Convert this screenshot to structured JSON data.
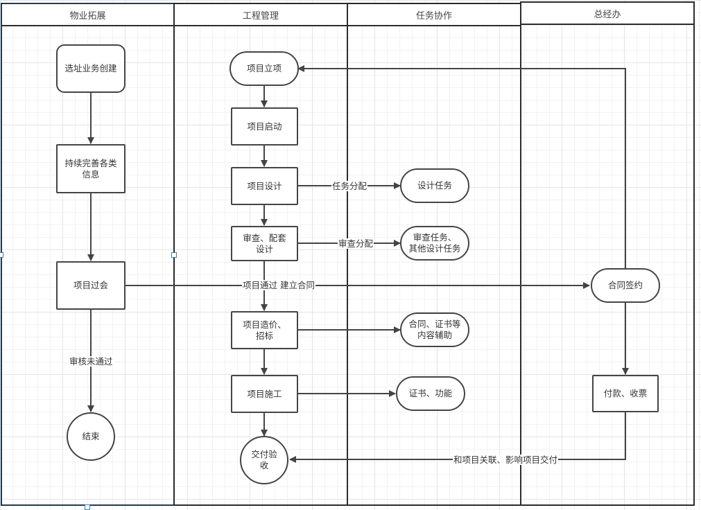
{
  "diagram": {
    "type": "swimlane-flowchart",
    "lanes": [
      {
        "id": "property",
        "title": "物业拓展"
      },
      {
        "id": "engineering",
        "title": "工程管理"
      },
      {
        "id": "collaboration",
        "title": "任务协作"
      },
      {
        "id": "gm",
        "title": "总经办"
      }
    ],
    "nodes": {
      "site_create": "选址业务创建",
      "improve_info": "持续完善各类\n信息",
      "project_review": "项目过会",
      "end": "结束",
      "project_init": "项目立项",
      "project_start": "项目启动",
      "project_design": "项目设计",
      "review_design": "审查、配套\n设计",
      "cost_bid": "项目造价、\n招标",
      "construction": "项目施工",
      "acceptance": "交付验\n收",
      "design_task": "设计任务",
      "review_task": "审查任务、\n其他设计任务",
      "contract_assist": "合同、证书等\n内容辅助",
      "cert_function": "证书、功能",
      "contract_sign": "合同签约",
      "payment": "付款、收票"
    },
    "edge_labels": {
      "review_failed": "审核未通过",
      "task_assign": "任务分配",
      "review_assign": "审查分配",
      "pass_contract": "项目通过 建立合同",
      "delivery_link": "和项目关联、影响项目交付"
    },
    "colors": {
      "stroke": "#444444",
      "lane_border": "#2b2b2b",
      "grid": "#e4e4e4"
    }
  }
}
